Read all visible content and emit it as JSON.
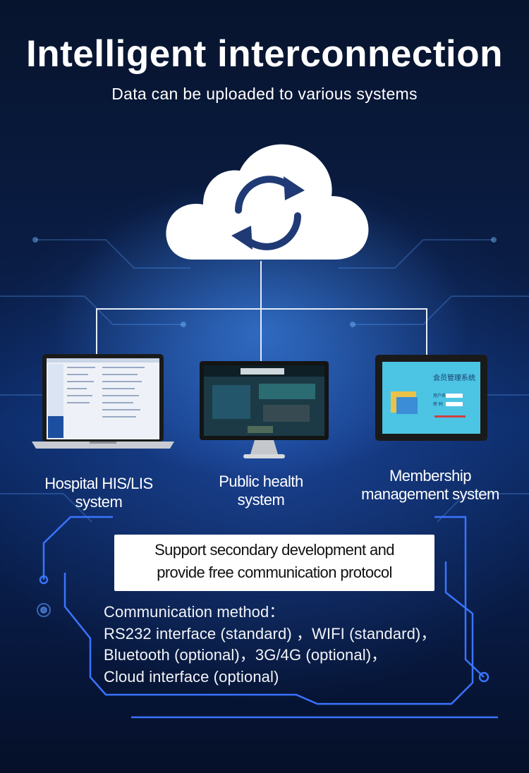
{
  "header": {
    "title": "Intelligent interconnection",
    "subtitle": "Data can be uploaded to various systems"
  },
  "cloud": {
    "icon": "sync-icon",
    "color": "#1f3a74"
  },
  "systems": [
    {
      "label_line1": "Hospital HIS/LIS",
      "label_line2": "system",
      "device": "laptop-icon"
    },
    {
      "label_line1": "Public health",
      "label_line2": "system",
      "device": "monitor-icon"
    },
    {
      "label_line1": "Membership",
      "label_line2": "management system",
      "device": "tablet-icon"
    }
  ],
  "membership_screen": {
    "title": "会员管理系统",
    "field1": "用户名",
    "field2": "密 码"
  },
  "support": {
    "line1": "Support secondary development and",
    "line2": "provide free communication protocol"
  },
  "communication": {
    "heading": "Communication method：",
    "line1": "RS232 interface (standard) ，WIFI (standard)，",
    "line2": "Bluetooth (optional)，3G/4G (optional)，",
    "line3": "Cloud interface (optional)"
  },
  "colors": {
    "accent_line": "#3a74ff",
    "connector": "#e6ecf6"
  }
}
